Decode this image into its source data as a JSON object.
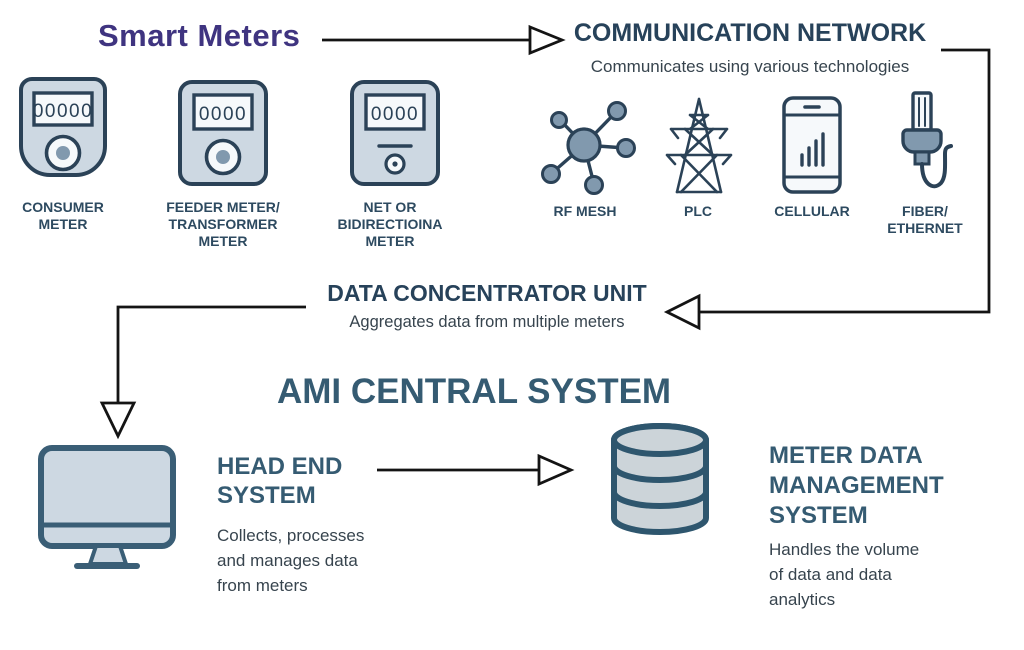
{
  "colors": {
    "background": "#ffffff",
    "smart_meters_title": "#3f3480",
    "heading_navy": "#27425a",
    "heading_slate": "#355b72",
    "body_text": "#37444e",
    "label_text": "#2d4a60",
    "icon_stroke": "#2b4257",
    "icon_fill": "#cdd8e2",
    "icon_display": "#f6f9fb",
    "node_fill": "#8199ae",
    "monitor_stroke": "#3a5e76",
    "db_stroke": "#2e566e",
    "db_fill": "#ccd4d9",
    "arrow": "#141414"
  },
  "smart_meters": {
    "title": "Smart Meters",
    "meters": [
      {
        "display": "00000",
        "label": "CONSUMER\nMETER"
      },
      {
        "display": "0000",
        "label": "FEEDER METER/\nTRANSFORMER\nMETER"
      },
      {
        "display": "0000",
        "label": "NET OR\nBIDIRECTIOINA\nMETER"
      }
    ]
  },
  "communication_network": {
    "title": "COMMUNICATION NETWORK",
    "subtitle": "Communicates using various technologies",
    "technologies": [
      {
        "label": "RF MESH"
      },
      {
        "label": "PLC"
      },
      {
        "label": "CELLULAR"
      },
      {
        "label": "FIBER/\nETHERNET"
      }
    ]
  },
  "data_concentrator_unit": {
    "title": "DATA CONCENTRATOR UNIT",
    "subtitle": "Aggregates data from multiple meters"
  },
  "ami_central_system": {
    "title": "AMI CENTRAL SYSTEM",
    "head_end_system": {
      "title": "HEAD END\nSYSTEM",
      "description": "Collects, processes\nand manages data\nfrom meters"
    },
    "meter_data_management_system": {
      "title": "METER DATA\nMANAGEMENT\nSYSTEM",
      "description": "Handles the volume\nof data and data\nanalytics"
    }
  }
}
